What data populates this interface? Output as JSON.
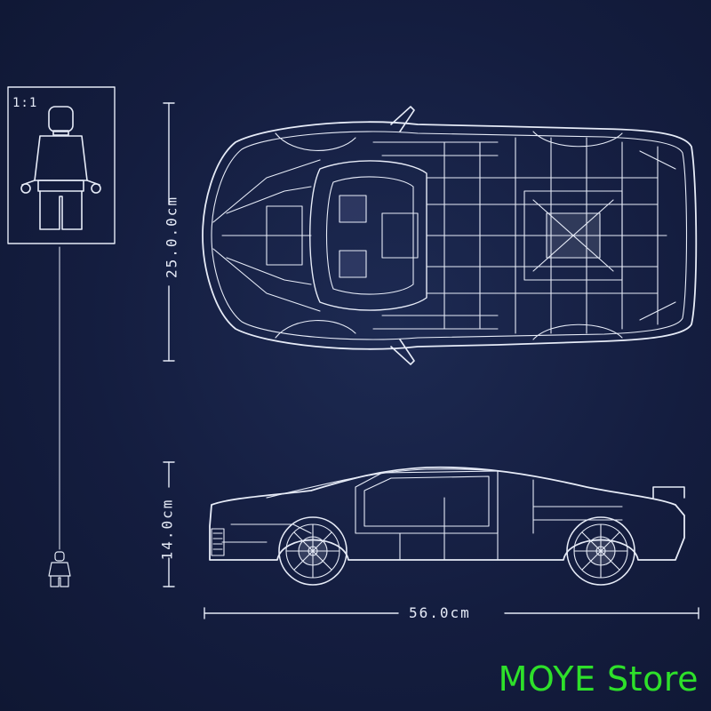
{
  "scale_label": "1:1",
  "dimensions": {
    "height_top": "25.0.0cm",
    "height_side": "14.0cm",
    "length": "56.0cm"
  },
  "watermark": "MOYE Store",
  "colors": {
    "background": "#141d3f",
    "line": "#e6ebf7",
    "watermark": "#2ee02a"
  }
}
